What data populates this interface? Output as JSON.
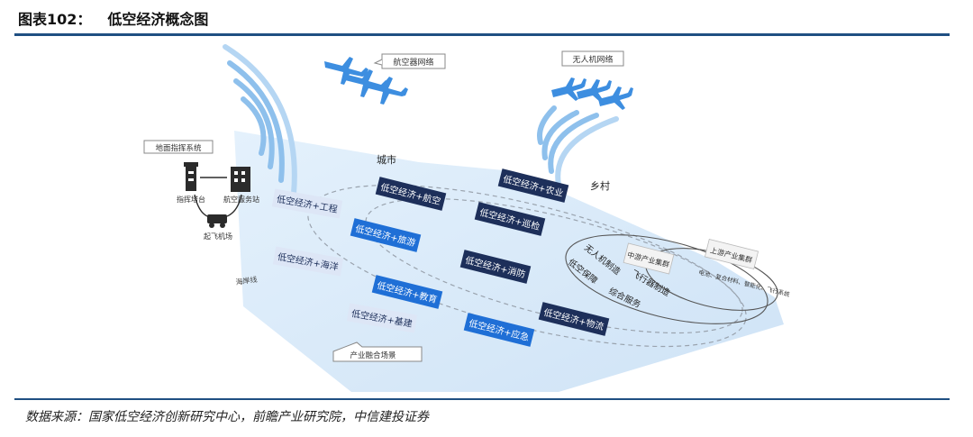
{
  "header": {
    "figure_no": "图表102：",
    "title": "低空经济概念图"
  },
  "source": "数据来源：国家低空经济创新研究中心，前瞻产业研究院，中信建投证券",
  "diagram": {
    "callouts": {
      "aviation_network": "航空器网络",
      "drone_network": "无人机网络",
      "ground_system": "地面指挥系统",
      "industry_scene": "产业融合场景"
    },
    "ground": {
      "tower": "指挥塔台",
      "service_station": "航空服务站",
      "airport": "起飞机场"
    },
    "regions": {
      "city": "城市",
      "countryside": "乡村",
      "ocean": "海岸线"
    },
    "chips": {
      "engineering": "低空经济+工程",
      "aviation": "低空经济+航空",
      "agriculture": "低空经济+农业",
      "tourism": "低空经济+旅游",
      "patrol": "低空经济+巡检",
      "marine": "低空经济+海洋",
      "firefighting": "低空经济+消防",
      "education": "低空经济+教育",
      "logistics": "低空经济+物流",
      "infrastructure": "低空经济+基建",
      "emergency": "低空经济+应急"
    },
    "industry": {
      "drone_mfg": "无人机制造",
      "lowalt_guarantee": "低空保障",
      "flight_mfg": "飞行器制造",
      "general_service": "综合服务",
      "midstream": "中游产业集群",
      "upstream": "上游产业集群",
      "upstream_detail": "电池、复合材料、智能化、飞行系统"
    },
    "colors": {
      "plane": "#d9ebfa",
      "chip_dark": "#1d2f5a",
      "chip_blue": "#1f6fd6",
      "chip_light": "#dde6f6",
      "wave": "#8ec0ec",
      "rule": "#1f4f82"
    },
    "icons": [
      "airplane-icon",
      "drone-icon",
      "lighthouse-icon",
      "building-icon",
      "car-icon"
    ]
  }
}
